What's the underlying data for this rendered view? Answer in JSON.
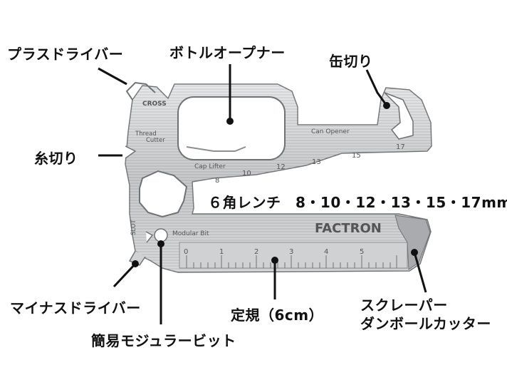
{
  "callouts": {
    "phillips_driver": "プラスドライバー",
    "bottle_opener": "ボトルオープナー",
    "can_opener": "缶切り",
    "thread_cutter": "糸切り",
    "hex_wrench": "６角レンチ　8・10・12・13・15・17mm",
    "flat_driver": "マイナスドライバー",
    "ruler": "定規（6cm）",
    "scraper_line1": "スクレーパー",
    "scraper_line2": "ダンボールカッター",
    "modular_bit": "簡易モジュラービット"
  },
  "engravings": {
    "cross": "CROSS",
    "thread": "Thread",
    "cutter": "Cutter",
    "can_opener": "Can Opener",
    "cap_lifter": "Cap Lifter",
    "slot": "SLOT",
    "modular_bit": "Modular Bit",
    "brand": "FACTRON",
    "wrench_sizes": [
      "8",
      "10",
      "12",
      "13",
      "15",
      "17"
    ],
    "ruler_marks": [
      "0",
      "1",
      "2",
      "3",
      "4",
      "5"
    ]
  },
  "colors": {
    "steel_light": "#d9dadb",
    "steel_mid": "#b9bbbd",
    "steel_dark": "#8c8f92",
    "outline": "#6f7275"
  }
}
